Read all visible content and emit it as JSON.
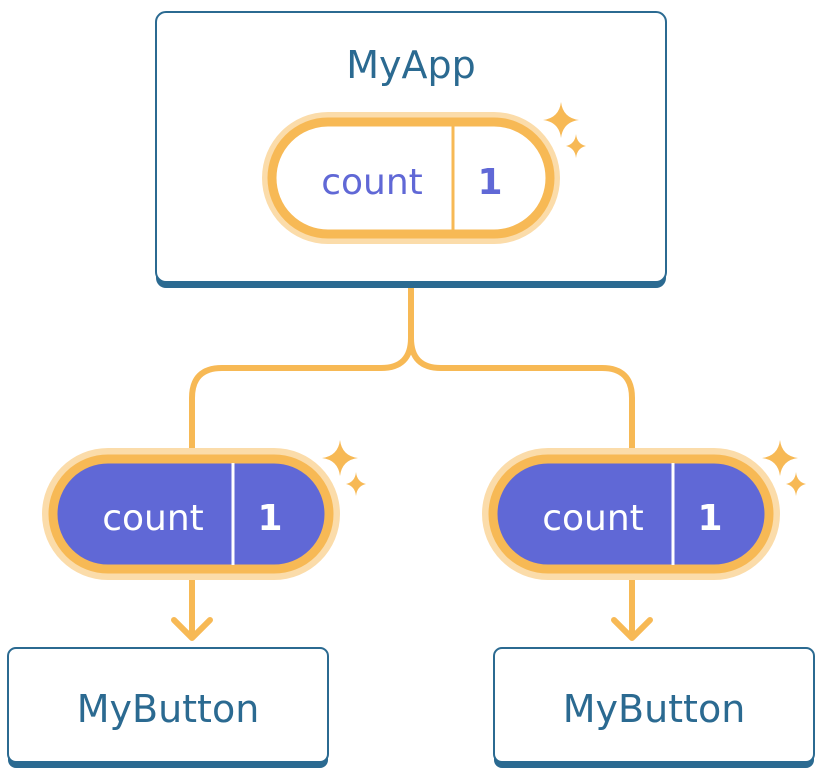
{
  "components": {
    "root": {
      "name": "MyApp"
    },
    "left_child": {
      "name": "MyButton"
    },
    "right_child": {
      "name": "MyButton"
    }
  },
  "state": {
    "root": {
      "name": "count",
      "value": "1"
    },
    "left_prop": {
      "name": "count",
      "value": "1"
    },
    "right_prop": {
      "name": "count",
      "value": "1"
    }
  },
  "colors": {
    "component_border": "#2b6a91",
    "component_text": "#2b6a91",
    "state_highlight": "#f7b955",
    "state_glow": "#fbdcaa",
    "prop_fill": "#6068d6",
    "prop_text_on_purple": "#ffffff",
    "state_text_on_white": "#6068d6"
  },
  "icons": {
    "sparkle": "sparkle-icon",
    "arrow": "arrow-down-icon"
  }
}
